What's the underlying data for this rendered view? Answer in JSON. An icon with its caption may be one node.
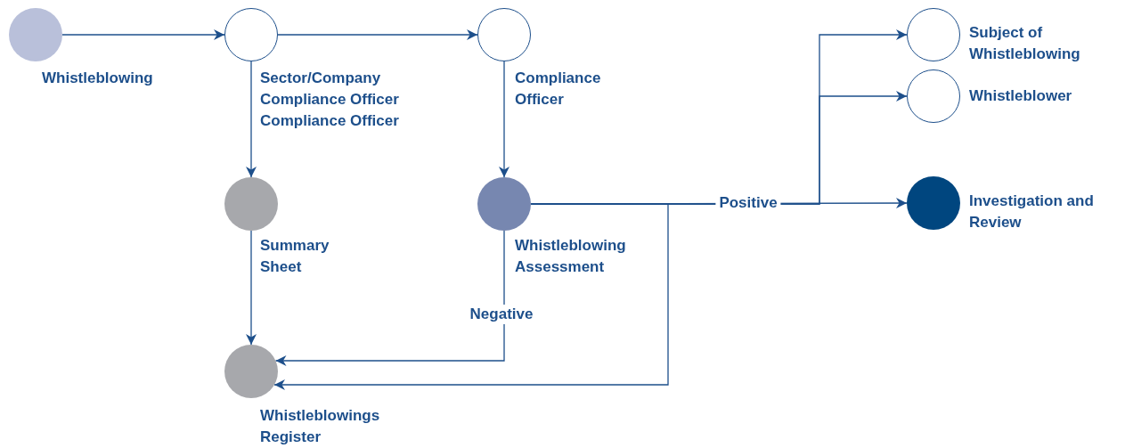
{
  "diagram": {
    "nodes": [
      {
        "text": [
          "Whistleblowing"
        ]
      },
      {
        "text": [
          "Sector/Company Compliance Officer Compliance Officer"
        ]
      },
      {
        "text": [
          "Compliance Officer"
        ]
      },
      {
        "text": [
          "Summary Sheet"
        ]
      },
      {
        "text": [
          "Whistleblowing Assessment"
        ]
      },
      {
        "text": [
          "Whistleblowings Register"
        ]
      },
      {
        "text": [
          "Subject of Whistleblowing"
        ]
      },
      {
        "text": [
          "Whistleblower"
        ]
      },
      {
        "text": [
          "Investigation and Review"
        ]
      }
    ],
    "edges": [
      {
        "from": 0,
        "to": 1,
        "arrow": "to"
      },
      {
        "from": 1,
        "to": 2,
        "arrow": "to"
      },
      {
        "from": 1,
        "to": 3,
        "arrow": "to"
      },
      {
        "from": 2,
        "to": 4,
        "arrow": "to"
      },
      {
        "from": 3,
        "to": 5,
        "arrow": "to"
      },
      {
        "from": 4,
        "to": 5,
        "arrow": "to",
        "label": "Negative"
      },
      {
        "from": 4,
        "to": 5,
        "arrow": "to"
      },
      {
        "from": 4,
        "to": 6,
        "arrow": "to"
      },
      {
        "from": 4,
        "to": 7,
        "arrow": "to"
      },
      {
        "from": 4,
        "to": 8,
        "arrow": "to",
        "label": "Positive"
      }
    ]
  }
}
